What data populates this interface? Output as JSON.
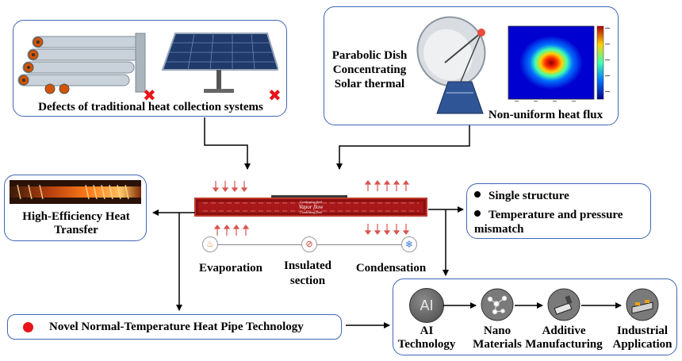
{
  "panels": {
    "traditional": {
      "caption": "Defects of traditional heat collection systems"
    },
    "dish": {
      "title_lines": [
        "Parabolic Dish",
        "Concentrating",
        "Solar thermal"
      ],
      "caption": "Non-uniform heat flux"
    },
    "high_efficiency": {
      "caption_lines": [
        "High-Efficiency Heat",
        "Transfer"
      ]
    },
    "defects": {
      "items": [
        [
          "Single structure"
        ],
        [
          "Temperature and pressure",
          "mismatch"
        ]
      ]
    },
    "novel": {
      "label": "Novel Normal-Temperature Heat Pipe Technology"
    }
  },
  "heat_pipe": {
    "inner_labels": {
      "top": "Condensing fluid",
      "center": "Vapor flow",
      "bottom": "Condensing fluid"
    },
    "sections": [
      {
        "label_lines": [
          "Evaporation"
        ],
        "icon": "heat-icon"
      },
      {
        "label_lines": [
          "Insulated",
          "section"
        ],
        "icon": "thermometer-icon"
      },
      {
        "label_lines": [
          "Condensation"
        ],
        "icon": "snowflake-icon"
      }
    ]
  },
  "technologies": [
    {
      "label_lines": [
        "AI",
        "Technology"
      ],
      "icon": "ai-icon",
      "icon_text": "AI"
    },
    {
      "label_lines": [
        "Nano",
        "Materials"
      ],
      "icon": "nano-icon"
    },
    {
      "label_lines": [
        "Additive",
        "Manufacturing"
      ],
      "icon": "printer-icon"
    },
    {
      "label_lines": [
        "Industrial",
        "Application"
      ],
      "icon": "industry-icon"
    }
  ],
  "colors": {
    "border": "#3f66b3",
    "pipe": "#c0392b",
    "arrow": "#000000",
    "heat_arrow": "#d9534f",
    "bullet_red": "#e8141a"
  }
}
